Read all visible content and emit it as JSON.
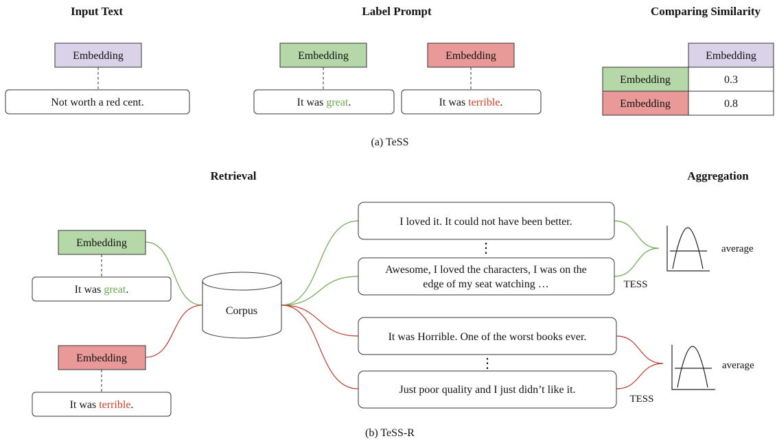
{
  "colors": {
    "purple": "#d9d2e9",
    "green": "#b6d7a8",
    "red": "#ea9999",
    "green_word": "#6aa84f",
    "red_word": "#cc4125",
    "green_line": "#6aa84f",
    "red_line": "#c0392b",
    "stroke": "#333333"
  },
  "part_a": {
    "heading_input": "Input Text",
    "heading_label": "Label Prompt",
    "heading_similarity": "Comparing Similarity",
    "input_embedding": "Embedding",
    "input_text": "Not worth a red cent.",
    "prompts": [
      {
        "embedding": "Embedding",
        "prefix": "It was ",
        "word": "great",
        "suffix": ".",
        "color": "green"
      },
      {
        "embedding": "Embedding",
        "prefix": "It was ",
        "word": "terrible",
        "suffix": ".",
        "color": "red"
      }
    ],
    "table": {
      "column_header": "Embedding",
      "rows": [
        {
          "label": "Embedding",
          "value": "0.3",
          "color": "green"
        },
        {
          "label": "Embedding",
          "value": "0.8",
          "color": "red"
        }
      ]
    },
    "caption": "(a)  TeSS"
  },
  "part_b": {
    "heading_retrieval": "Retrieval",
    "heading_aggregation": "Aggregation",
    "prompts": [
      {
        "embedding": "Embedding",
        "prefix": "It was ",
        "word": "great",
        "suffix": ".",
        "color": "green"
      },
      {
        "embedding": "Embedding",
        "prefix": "It was ",
        "word": "terrible",
        "suffix": ".",
        "color": "red"
      }
    ],
    "corpus_label": "Corpus",
    "green_sentences": [
      [
        "I loved it. It could not have been better."
      ],
      [
        "Awesome, I loved the characters, I was on the",
        "edge of my seat watching …"
      ]
    ],
    "red_sentences": [
      [
        "It was Horrible. One of the worst books ever."
      ],
      [
        "Just poor quality and I just didn’t like it."
      ]
    ],
    "ellipsis": "⋮",
    "tess_label": "TESS",
    "average_label": "average",
    "caption": "(b)  TeSS-R"
  }
}
